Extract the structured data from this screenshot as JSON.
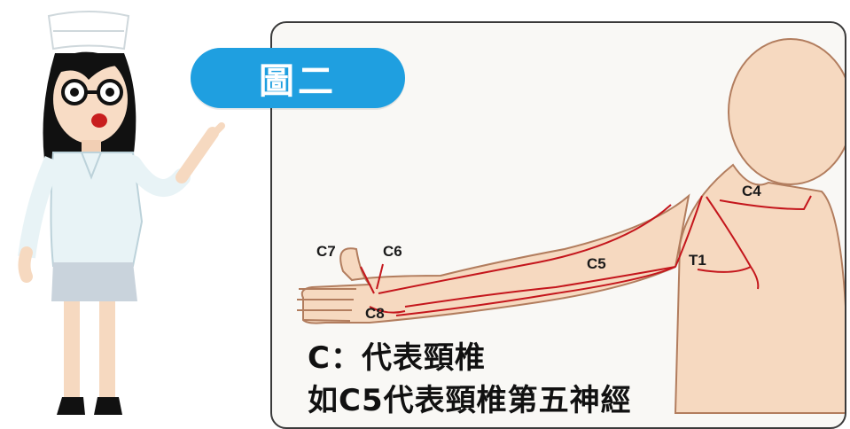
{
  "badge": {
    "label": "圖二",
    "color": "#1f9fe0"
  },
  "labels": {
    "c4": "C4",
    "c5": "C5",
    "c6": "C6",
    "c7": "C7",
    "c8": "C8",
    "t1": "T1"
  },
  "caption": {
    "line1": "C：代表頸椎",
    "line2": "如C5代表頸椎第五神經"
  },
  "colors": {
    "skin": "#f6d9c0",
    "nerve": "#c4161c",
    "uniform": "#e8f3f6",
    "skirt": "#c9d3dc",
    "hair": "#111111"
  }
}
